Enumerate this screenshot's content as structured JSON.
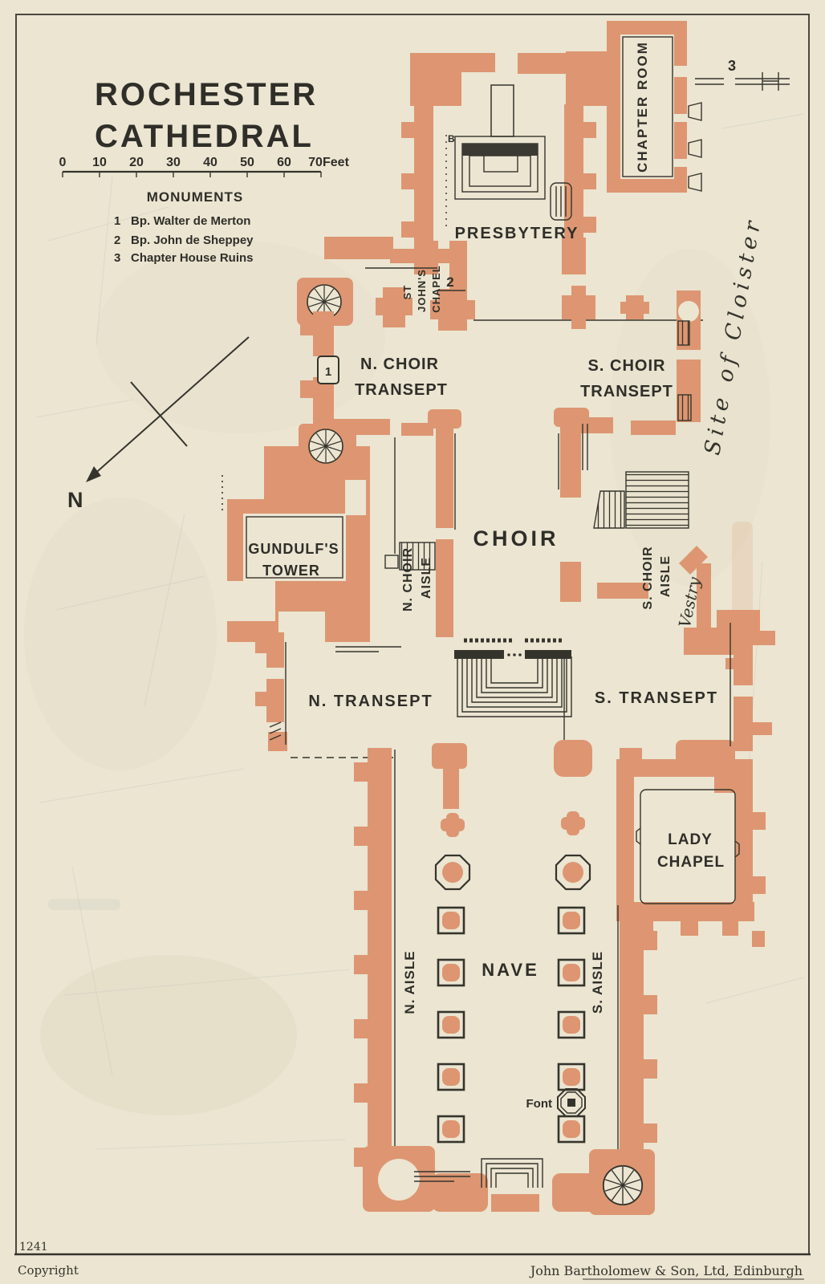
{
  "map": {
    "title_line1": "ROCHESTER",
    "title_line2": "CATHEDRAL",
    "plate_number": "1241",
    "copyright": "Copyright",
    "publisher": "John Bartholomew & Son, Ltd, Edinburgh",
    "colors": {
      "paper": "#ebe5d2",
      "wall": "#dd9671",
      "ink": "#35342c"
    }
  },
  "scale_bar": {
    "ticks": [
      "0",
      "10",
      "20",
      "30",
      "40",
      "50",
      "60",
      "70"
    ],
    "unit": "Feet"
  },
  "monuments": {
    "heading": "MONUMENTS",
    "items": [
      {
        "num": "1",
        "label": "Bp. Walter de Merton"
      },
      {
        "num": "2",
        "label": "Bp. John de Sheppey"
      },
      {
        "num": "3",
        "label": "Chapter House Ruins"
      }
    ]
  },
  "compass": {
    "north": "N"
  },
  "labels": {
    "presbytery": "PRESBYTERY",
    "chapter_room": "CHAPTER ROOM",
    "st_johns_1": "ST",
    "st_johns_2": "JOHN'S",
    "st_johns_3": "CHAPEL",
    "n_choir_transept_1": "N. CHOIR",
    "n_choir_transept_2": "TRANSEPT",
    "s_choir_transept_1": "S. CHOIR",
    "s_choir_transept_2": "TRANSEPT",
    "site_of_cloister": "Site of Cloister",
    "choir": "CHOIR",
    "n_choir_aisle_1": "N. CHOIR",
    "n_choir_aisle_2": "AISLE",
    "s_choir_aisle_1": "S. CHOIR",
    "s_choir_aisle_2": "AISLE",
    "gundulfs_tower_1": "GUNDULF'S",
    "gundulfs_tower_2": "TOWER",
    "vestry": "Vestry",
    "n_transept": "N. TRANSEPT",
    "s_transept": "S. TRANSEPT",
    "lady_chapel_1": "LADY",
    "lady_chapel_2": "CHAPEL",
    "n_aisle": "N. AISLE",
    "nave": "NAVE",
    "s_aisle": "S. AISLE",
    "font": "Font"
  },
  "markers": {
    "m1": "1",
    "m2": "2",
    "m3": "3",
    "b": "B"
  }
}
